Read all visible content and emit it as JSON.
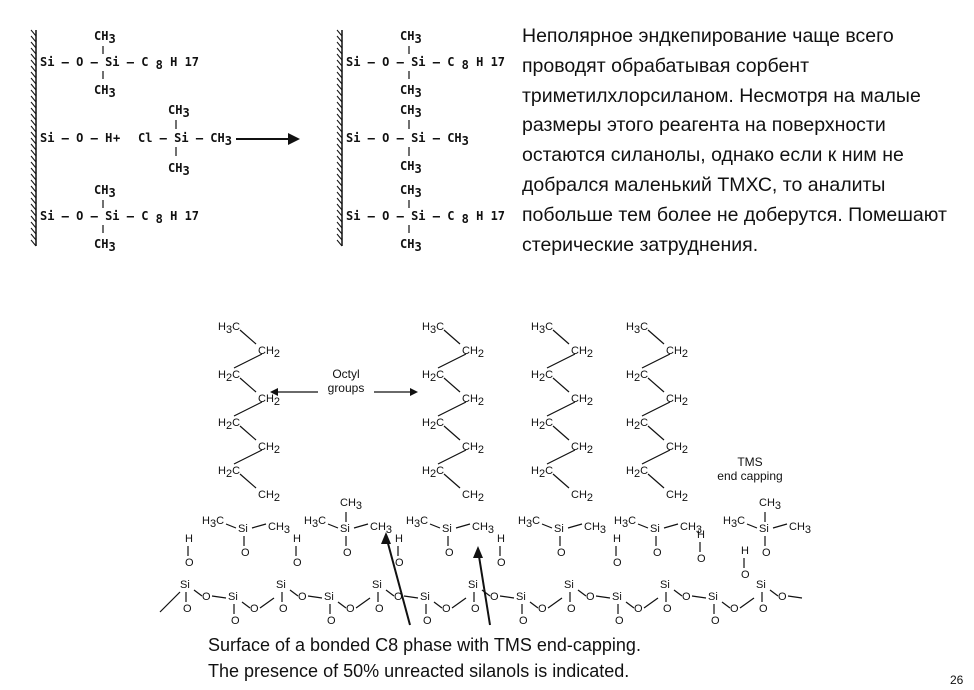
{
  "description": "Неполярное эндкепирование чаще всего проводят обрабатывая сорбент триметилхлорсиланом. Несмотря на малые размеры этого реагента на поверхности остаются силанолы, однако если к ним не добрался маленький ТМХС, то аналиты побольше тем более не доберутся. Помешают стерические затруднения.",
  "caption": {
    "line1": "Surface of a bonded C8 phase with TMS end-capping.",
    "line2": "The presence of 50% unreacted silanols is indicated."
  },
  "page_number": "26",
  "reaction": {
    "atoms": {
      "si": "Si",
      "o": "O",
      "h": "H",
      "ch": "CH",
      "c": "C",
      "cl": "Cl",
      "dash": "–",
      "plus": "+",
      "sub3": "3",
      "sub8": "8",
      "h17": "H 17"
    }
  },
  "structure": {
    "labels": {
      "octyl": [
        "Octyl",
        "groups"
      ],
      "tms": [
        "TMS",
        "end capping"
      ]
    },
    "atoms": {
      "si": "Si",
      "o": "O",
      "h": "H",
      "c": "C",
      "h3c_h": "H",
      "ch": "CH",
      "sub2": "2",
      "sub3": "3"
    }
  }
}
